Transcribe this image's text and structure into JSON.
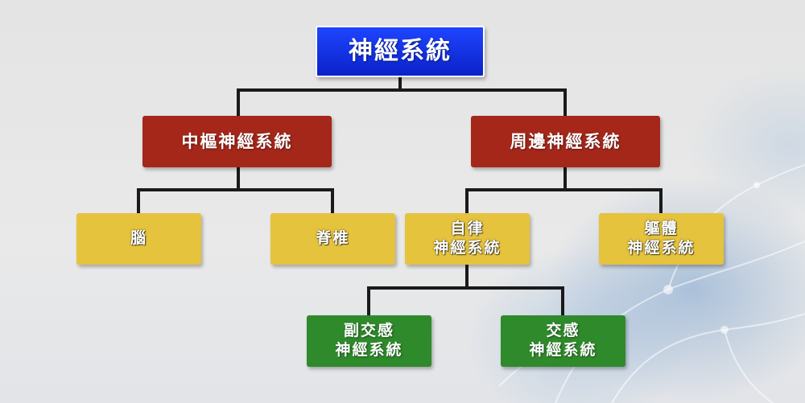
{
  "diagram": {
    "root": {
      "id": "nervous-system",
      "label": "神經系統",
      "color": "#1030e8"
    },
    "level1": [
      {
        "id": "central",
        "label": "中樞神經系統",
        "color": "#a4271a"
      },
      {
        "id": "peripheral",
        "label": "周邊神經系統",
        "color": "#a4271a"
      }
    ],
    "level2": [
      {
        "id": "brain",
        "lines": [
          "腦"
        ],
        "parent": "central",
        "color": "#e6c33d"
      },
      {
        "id": "spine",
        "lines": [
          "脊椎"
        ],
        "parent": "central",
        "color": "#e6c33d"
      },
      {
        "id": "autonomic",
        "lines": [
          "自律",
          "神經系統"
        ],
        "parent": "peripheral",
        "color": "#e6c33d"
      },
      {
        "id": "somatic",
        "lines": [
          "軀體",
          "神經系統"
        ],
        "parent": "peripheral",
        "color": "#e6c33d"
      }
    ],
    "level3": [
      {
        "id": "parasympathetic",
        "lines": [
          "副交感",
          "神經系統"
        ],
        "parent": "autonomic",
        "color": "#2f8a2b"
      },
      {
        "id": "sympathetic",
        "lines": [
          "交感",
          "神經系統"
        ],
        "parent": "autonomic",
        "color": "#2f8a2b"
      }
    ]
  }
}
